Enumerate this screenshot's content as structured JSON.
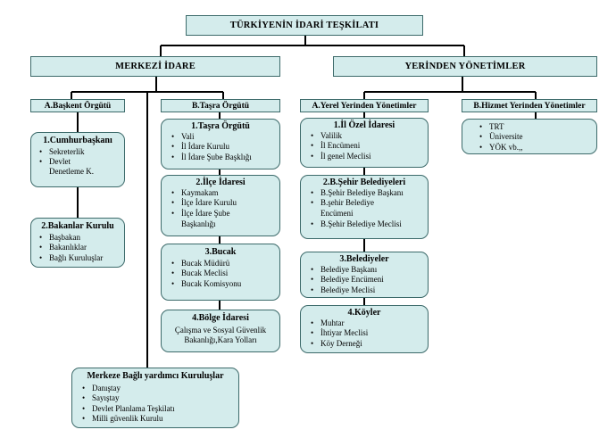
{
  "title": "TÜRKİYENİN İDARİ TEŞKİLATI",
  "merkezi": "MERKEZİ İDARE",
  "yerinden": "YERİNDEN YÖNETİMLER",
  "baskent": "A.Başkent Örgütü",
  "tasra": "B.Taşra Örgütü",
  "yerel": "A.Yerel Yerinden Yönetimler",
  "hizmet": "B.Hizmet Yerinden Yönetimler",
  "cumhurbaskani": {
    "title": "1.Cumhurbaşkanı",
    "items": [
      "Sekreterlik",
      "Devlet",
      "Denetleme K."
    ]
  },
  "bakanlar": {
    "title": "2.Bakanlar Kurulu",
    "items": [
      "Başbakan",
      "Bakanlıklar",
      "Bağlı Kuruluşlar"
    ]
  },
  "tasraOrgutu": {
    "title": "1.Taşra Örgütü",
    "items": [
      "Vali",
      "İl İdare Kurulu",
      "İl İdare Şube Başklığı"
    ]
  },
  "ilce": {
    "title": "2.İlçe İdaresi",
    "items": [
      "Kaymakam",
      "İlçe İdare Kurulu",
      "İlçe İdare Şube",
      "Başkanlığı"
    ]
  },
  "bucak": {
    "title": "3.Bucak",
    "items": [
      "Bucak Müdürü",
      "Bucak Meclisi",
      "Bucak Komisyonu"
    ]
  },
  "bolge": {
    "title": "4.Bölge İdaresi",
    "lines": [
      "Çalışma ve Sosyal Güvenlik",
      "Bakanlığı,Kara Yolları"
    ]
  },
  "yardimci": {
    "title": "Merkeze Bağlı yardımcı Kuruluşlar",
    "items": [
      "Danıştay",
      "Sayıştay",
      "Devlet Planlama Teşkilatı",
      "Milli güvenlik Kurulu"
    ]
  },
  "ozel": {
    "title": "1.İl Özel İdaresi",
    "items": [
      "Valilik",
      "İl Encümeni",
      "İl genel Meclisi"
    ]
  },
  "sehir": {
    "title": "2.B.Şehir Belediyeleri",
    "items": [
      "B.Şehir Belediye Başkanı",
      "B.şehir Belediye",
      "Encümeni",
      "B.Şehir Belediye Meclisi"
    ]
  },
  "belediyeler": {
    "title": "3.Belediyeler",
    "items": [
      "Belediye Başkanı",
      "Belediye Encümeni",
      "Belediye Meclisi"
    ]
  },
  "koyler": {
    "title": "4.Köyler",
    "items": [
      "Muhtar",
      "İhtiyar Meclisi",
      "Köy Derneği"
    ]
  },
  "hizmetItems": [
    "TRT",
    "Üniversite",
    "YÖK vb.,,"
  ]
}
